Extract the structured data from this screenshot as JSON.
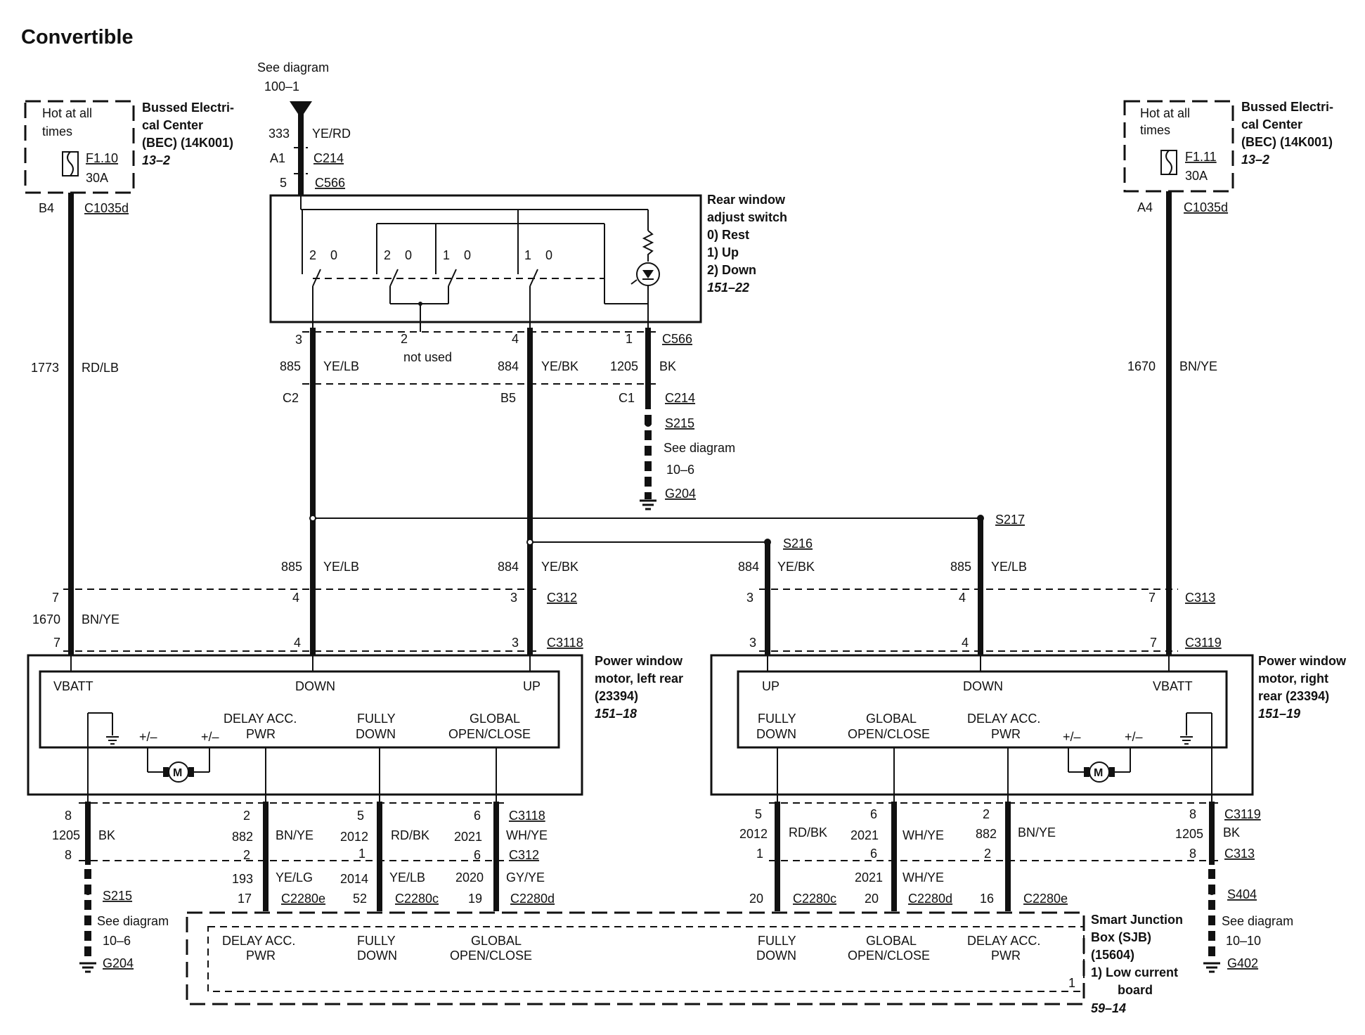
{
  "title": "Convertible",
  "see_top": {
    "line1": "See diagram",
    "line2": "100–1"
  },
  "bec_left": {
    "hot_line1": "Hot at all",
    "hot_line2": "times",
    "fuse": "F1.10",
    "amps": "30A",
    "name_lines": [
      "Bussed Electri-",
      "cal Center",
      "(BEC) (14K001)"
    ],
    "ref": "13–2",
    "pin": "B4",
    "connector": "C1035d"
  },
  "bec_right": {
    "hot_line1": "Hot at all",
    "hot_line2": "times",
    "fuse": "F1.11",
    "amps": "30A",
    "name_lines": [
      "Bussed Electri-",
      "cal Center",
      "(BEC) (14K001)"
    ],
    "ref": "13–2",
    "pin": "A4",
    "connector": "C1035d"
  },
  "feed": {
    "circuit": "333",
    "color": "YE/RD",
    "pin1": "A1",
    "conn1": "C214",
    "pin2": "5",
    "conn2": "C566"
  },
  "switch": {
    "name_lines": [
      "Rear window",
      "adjust switch"
    ],
    "states": [
      "0)   Rest",
      "1)   Up",
      "2)   Down"
    ],
    "ref": "151–22",
    "pos_labels": [
      "2",
      "0",
      "2",
      "0",
      "1",
      "0",
      "1",
      "0"
    ]
  },
  "switch_out": {
    "pins": [
      "3",
      "2",
      "4",
      "1"
    ],
    "not_used": "not used",
    "conn_c566": "C566",
    "circuits": [
      "885",
      "YE/LB",
      "884",
      "YE/BK",
      "1205",
      "BK"
    ],
    "c214_pins": [
      "C2",
      "B5",
      "C1"
    ],
    "conn_c214": "C214",
    "splice_s215": "S215",
    "see": {
      "line1": "See diagram",
      "line2": "10–6"
    },
    "ground": "G204"
  },
  "feed_left": {
    "circuit": "1773",
    "color": "RD/LB"
  },
  "feed_right": {
    "circuit": "1670",
    "color": "BN/YE"
  },
  "splices": {
    "s217": "S217",
    "s216": "S216"
  },
  "left_mid": {
    "w885": [
      "885",
      "YE/LB"
    ],
    "w884": [
      "884",
      "YE/BK"
    ],
    "c312_pins": [
      "7",
      "4",
      "3"
    ],
    "conn_c312": "C312",
    "circuit": "1670",
    "color": "BN/YE",
    "c3118_pins": [
      "7",
      "4",
      "3"
    ],
    "conn_c3118": "C3118"
  },
  "right_mid": {
    "w884": [
      "884",
      "YE/BK"
    ],
    "w885": [
      "885",
      "YE/LB"
    ],
    "c313_pins": [
      "3",
      "4",
      "7"
    ],
    "conn_c313": "C313",
    "c3119_pins": [
      "3",
      "4",
      "7"
    ],
    "conn_c3119": "C3119"
  },
  "motor_left": {
    "top_labels": [
      "VBATT",
      "DOWN",
      "UP"
    ],
    "functions": [
      [
        "DELAY ACC.",
        "PWR"
      ],
      [
        "FULLY",
        "DOWN"
      ],
      [
        "GLOBAL",
        "OPEN/CLOSE"
      ]
    ],
    "pm": [
      "+/–",
      "+/–"
    ],
    "motor_symbol": "M",
    "name_lines": [
      "Power window",
      "motor, left rear",
      "(23394)"
    ],
    "ref": "151–18"
  },
  "motor_right": {
    "top_labels": [
      "UP",
      "DOWN",
      "VBATT"
    ],
    "functions": [
      [
        "FULLY",
        "DOWN"
      ],
      [
        "GLOBAL",
        "OPEN/CLOSE"
      ],
      [
        "DELAY ACC.",
        "PWR"
      ]
    ],
    "pm": [
      "+/–",
      "+/–"
    ],
    "motor_symbol": "M",
    "name_lines": [
      "Power window",
      "motor, right",
      "rear (23394)"
    ],
    "ref": "151–19"
  },
  "left_low": {
    "c3118_pins": [
      "8",
      "2",
      "5",
      "6"
    ],
    "conn_c3118": "C3118",
    "mid": [
      "1205",
      "BK",
      "882",
      "BN/YE",
      "2012",
      "RD/BK",
      "2021",
      "WH/YE"
    ],
    "c312_pins": [
      "8",
      "2",
      "1",
      "6"
    ],
    "conn_c312": "C312",
    "sjb_wires": [
      "193",
      "YE/LG",
      "2014",
      "YE/LB",
      "2020",
      "GY/YE"
    ],
    "sjb_pins": [
      "17",
      "C2280e",
      "52",
      "C2280c",
      "19",
      "C2280d"
    ],
    "splice": "S215",
    "see": {
      "line1": "See diagram",
      "line2": "10–6"
    },
    "ground": "G204"
  },
  "right_low": {
    "c3119_pins": [
      "5",
      "6",
      "2",
      "8"
    ],
    "conn_c3119": "C3119",
    "mid": [
      "2012",
      "RD/BK",
      "2021",
      "WH/YE",
      "882",
      "BN/YE",
      "1205",
      "BK"
    ],
    "c313_pins": [
      "1",
      "6",
      "2",
      "8"
    ],
    "conn_c313": "C313",
    "sjb_wires": [
      "2021",
      "WH/YE"
    ],
    "sjb_pins": [
      "20",
      "C2280c",
      "20",
      "C2280d",
      "16",
      "C2280e"
    ],
    "splice": "S404",
    "see": {
      "line1": "See diagram",
      "line2": "10–10"
    },
    "ground": "G402"
  },
  "sjb": {
    "functions": [
      [
        "DELAY ACC.",
        "PWR"
      ],
      [
        "FULLY",
        "DOWN"
      ],
      [
        "GLOBAL",
        "OPEN/CLOSE"
      ],
      [
        "FULLY",
        "DOWN"
      ],
      [
        "GLOBAL",
        "OPEN/CLOSE"
      ],
      [
        "DELAY ACC.",
        "PWR"
      ]
    ],
    "name_lines": [
      "Smart Junction",
      "Box (SJB)",
      "(15604)"
    ],
    "note_lines": [
      "1)   Low current",
      "board"
    ],
    "inner_note": "1",
    "ref": "59–14"
  }
}
